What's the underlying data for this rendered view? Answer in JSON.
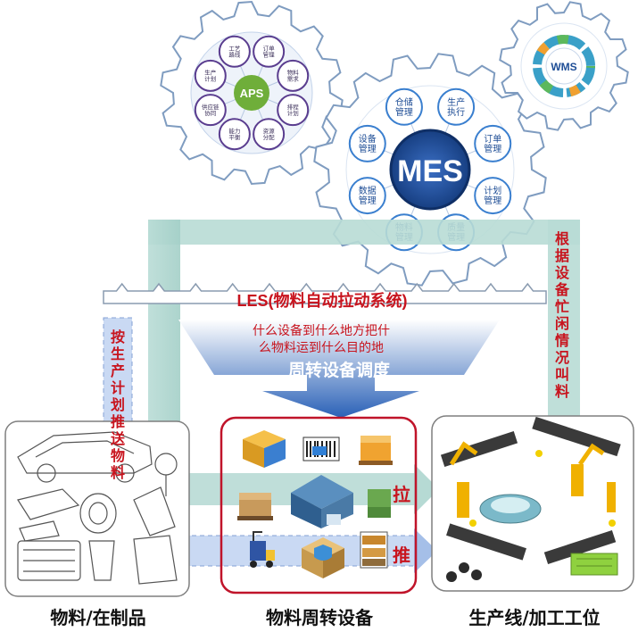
{
  "gears": {
    "aps": {
      "title": "APS",
      "nodes": [
        "订单管理",
        "物料需求",
        "排程计划",
        "资源分配",
        "能力平衡",
        "供应链协同",
        "生产计划",
        "工艺路线"
      ]
    },
    "mes": {
      "title": "MES",
      "nodes": [
        "生产执行",
        "订单管理",
        "计划管理",
        "质量管理",
        "物料管理",
        "数据管理",
        "设备管理",
        "仓储管理"
      ]
    },
    "wms": {
      "title": "WMS"
    }
  },
  "les": {
    "title": "LES(物料自动拉动系统)",
    "subtitle_line1": "什么设备到什么地方把什",
    "subtitle_line2": "么物料运到什么目的地",
    "dispatch_label": "周转设备调度"
  },
  "side_labels": {
    "left": "按生产计划推送物料",
    "right": "根据设备忙闲情况叫料"
  },
  "flows": {
    "pull": "拉",
    "push": "推"
  },
  "captions": {
    "materials": "物料/在制品",
    "equipment": "物料周转设备",
    "production": "生产线/加工工位"
  },
  "colors": {
    "accent_red": "#c8141e",
    "teal_flow": "#a9d3cc",
    "blue_flow": "#9bb8e6",
    "mes_blue": "#1f4e96",
    "gear_stroke": "#8aa9c9"
  }
}
